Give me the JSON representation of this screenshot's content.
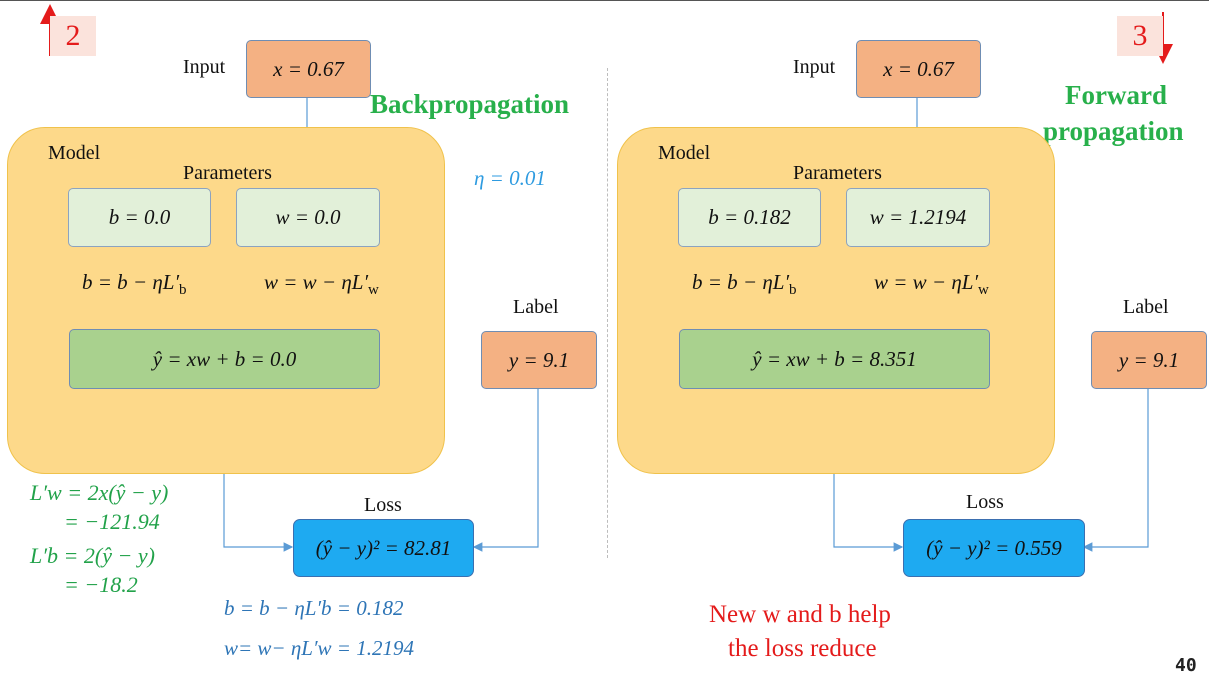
{
  "left": {
    "step": "2",
    "title": "Backpropagation",
    "eta": "η = 0.01",
    "input_label": "Input",
    "x": "x = 0.67",
    "model_label": "Model",
    "params_label": "Parameters",
    "b": "b = 0.0",
    "w": "w = 0.0",
    "b_update": "b = b − ηL′",
    "b_update_sub": "b",
    "w_update": "w = w − ηL′",
    "w_update_sub": "w",
    "pred": "ŷ = xw + b = 0.0",
    "label_label": "Label",
    "y": "y = 9.1",
    "loss_label": "Loss",
    "loss": "(ŷ − y)² = 82.81",
    "grad_w_1": "L′w = 2x(ŷ − y)",
    "grad_w_2": "= −121.94",
    "grad_b_1": "L′b = 2(ŷ − y)",
    "grad_b_2": "= −18.2",
    "new_b": "b = b − ηL′b = 0.182",
    "new_w": "w= w− ηL′w = 1.2194"
  },
  "right": {
    "step": "3",
    "title_1": "Forward",
    "title_2": "propagation",
    "input_label": "Input",
    "x": "x = 0.67",
    "model_label": "Model",
    "params_label": "Parameters",
    "b": "b = 0.182",
    "w": "w = 1.2194",
    "b_update": "b = b − ηL′",
    "b_update_sub": "b",
    "w_update": "w = w − ηL′",
    "w_update_sub": "w",
    "pred": "ŷ = xw + b = 8.351",
    "label_label": "Label",
    "y": "y = 9.1",
    "loss_label": "Loss",
    "loss": "(ŷ − y)² = 0.559",
    "note_1": "New w and b help",
    "note_2": "the loss reduce"
  },
  "page_number": "40",
  "colors": {
    "model_fill": "#fdd98a",
    "param_fill": "#e2f0d9",
    "pred_fill": "#a9d18e",
    "input_fill": "#f4b183",
    "loss_fill": "#1eaaf1",
    "title_green": "#28b04b",
    "accent_red": "#e41b1b",
    "arrow_blue": "#5b9bd5"
  }
}
